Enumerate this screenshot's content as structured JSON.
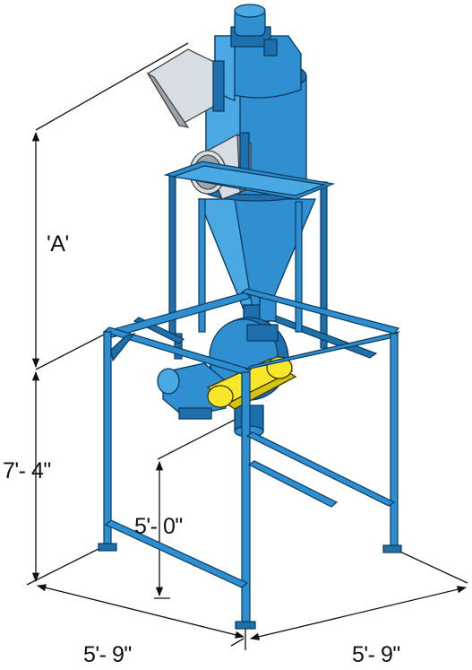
{
  "dimensions": {
    "height_a": "'A'",
    "height_frame": "7'- 4\"",
    "height_outlet": "5'- 0\"",
    "width_left": "5'- 9\"",
    "width_right": "5'- 9\""
  },
  "colors": {
    "equipment_blue": "#2e8fd0",
    "belt_guard_yellow": "#f7e62a",
    "duct_steel": "#d7dde2"
  }
}
